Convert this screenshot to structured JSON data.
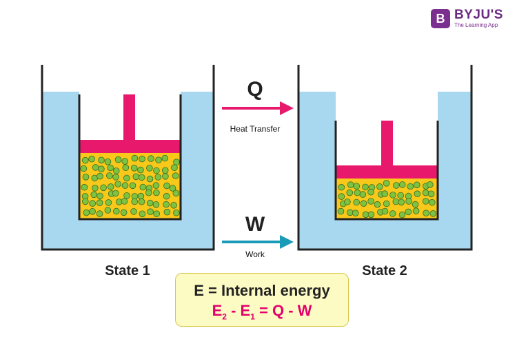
{
  "brand": {
    "logo_glyph": "B",
    "name": "BYJU'S",
    "tagline": "The Learning App"
  },
  "heat": {
    "symbol": "Q",
    "label": "Heat Transfer",
    "color": "#e8196c"
  },
  "work": {
    "symbol": "W",
    "label": "Work",
    "color": "#1a9bb8"
  },
  "states": {
    "state1": "State 1",
    "state2": "State 2"
  },
  "formula": {
    "title": "E = Internal energy",
    "e_letter": "E",
    "sub2": "2",
    "sub1": "1",
    "minus": " - ",
    "rhs": " = Q - W"
  },
  "colors": {
    "water": "#a8d8ef",
    "gas": "#f8c81a",
    "piston": "#e8196c",
    "particle": "#7ec242"
  }
}
